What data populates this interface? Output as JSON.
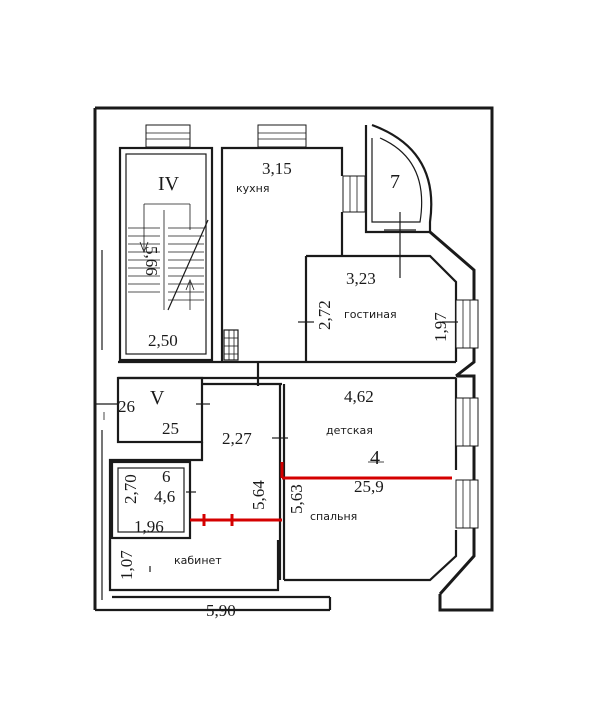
{
  "colors": {
    "line": "#1a1a1a",
    "accent": "#d40000",
    "background": "#ffffff"
  },
  "rooms": {
    "kitchen": "кухня",
    "living": "гостиная",
    "kids": "детская",
    "bedroom": "спальня",
    "study": "кабинет"
  },
  "labels": {
    "stair_block": "IV",
    "vestibule": "V",
    "bay": "7",
    "room4": "4",
    "room6": "6"
  },
  "dimensions": {
    "kitchen_width": "3,15",
    "stair_length": "5,66",
    "stair_width": "2,50",
    "living_width": "3,23",
    "living_depth": "2,72",
    "living_side": "1,97",
    "vest_a": "26",
    "vest_b": "25",
    "kids_width": "4,62",
    "room4_area": "25,9",
    "hall_width": "2,27",
    "hall_length_a": "5,64",
    "hall_length_b": "5,63",
    "room6_height": "2,70",
    "room6_area": "4,6",
    "room6_width": "1,96",
    "study_depth": "1,07",
    "bottom_width": "5,90"
  }
}
